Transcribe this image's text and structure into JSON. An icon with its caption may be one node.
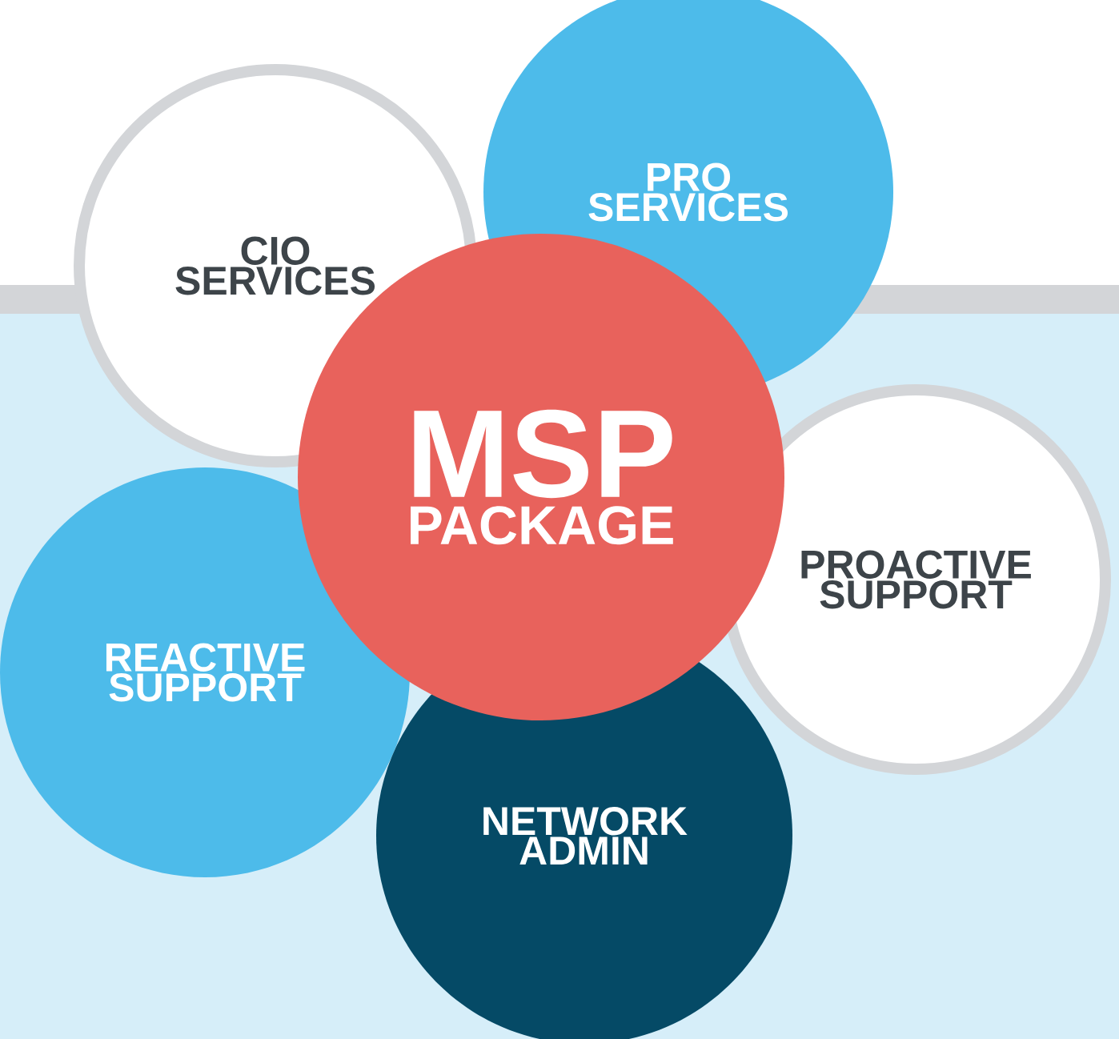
{
  "diagram": {
    "nodes": [
      {
        "text": [
          "CIO SERVICES"
        ]
      },
      {
        "text": [
          "PRO SERVICES"
        ]
      },
      {
        "text": [
          "MSP",
          "PACKAGE"
        ]
      },
      {
        "text": [
          "PROACTIVE SUPPORT"
        ]
      },
      {
        "text": [
          "REACTIVE SUPPORT"
        ]
      },
      {
        "text": [
          "NETWORK ADMIN"
        ]
      }
    ]
  }
}
